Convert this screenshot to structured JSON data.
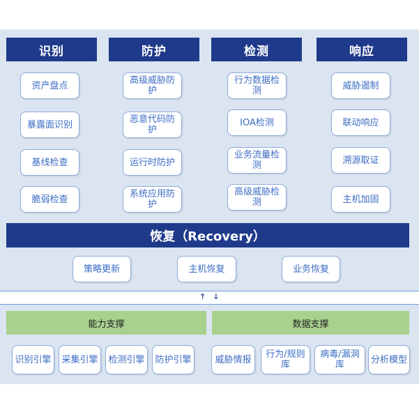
{
  "columns": [
    {
      "title": "识别",
      "items": [
        "资产盘点",
        "暴露面识别",
        "基线检查",
        "脆弱检查"
      ]
    },
    {
      "title": "防护",
      "items": [
        "高级威胁防护",
        "恶意代码防护",
        "运行时防护",
        "系统应用防护"
      ]
    },
    {
      "title": "检测",
      "items": [
        "行为数据检测",
        "IOA检测",
        "业务流量检测",
        "高级威胁检测"
      ]
    },
    {
      "title": "响应",
      "items": [
        "威胁遏制",
        "联动响应",
        "溯源取证",
        "主机加固"
      ]
    }
  ],
  "recovery": {
    "title": "恢复（Recovery）",
    "items": [
      "策略更新",
      "主机恢复",
      "业务恢复"
    ]
  },
  "arrows": {
    "up": "↑",
    "down": "↓"
  },
  "capability_support": {
    "title": "能力支撑",
    "items": [
      "识别引擎",
      "采集引擎",
      "检测引擎",
      "防护引擎"
    ]
  },
  "data_support": {
    "title": "数据支撑",
    "items": [
      "威胁情报",
      "行为/规则库",
      "病毒/漏洞库",
      "分析模型"
    ]
  },
  "colors": {
    "header_bg": "#1f3a8a",
    "panel_bg": "#dbe5f1",
    "support_bg": "#a9d18e",
    "item_text": "#3b6cc4"
  }
}
